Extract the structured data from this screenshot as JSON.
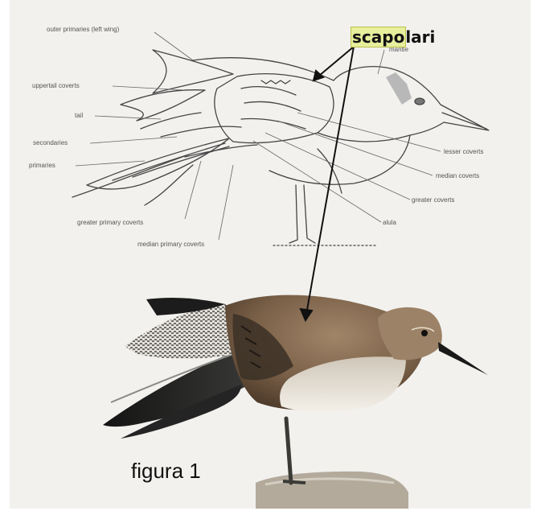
{
  "headline": {
    "highlighted": "scapo",
    "rest": "lari"
  },
  "caption": "figura 1",
  "labels": {
    "outer_primaries": "outer primaries (left wing)",
    "mantle": "mantle",
    "uppertail_coverts": "uppertail coverts",
    "tail": "tail",
    "secondaries": "secondaries",
    "primaries": "primaries",
    "lesser_coverts": "lesser coverts",
    "median_coverts": "median coverts",
    "greater_coverts": "greater coverts",
    "alula": "alula",
    "greater_primary_coverts": "greater primary coverts",
    "median_primary_coverts": "median primary coverts"
  },
  "colors": {
    "highlight": "#e7ee9c",
    "arrow": "#111111",
    "line_art": "#444444"
  }
}
